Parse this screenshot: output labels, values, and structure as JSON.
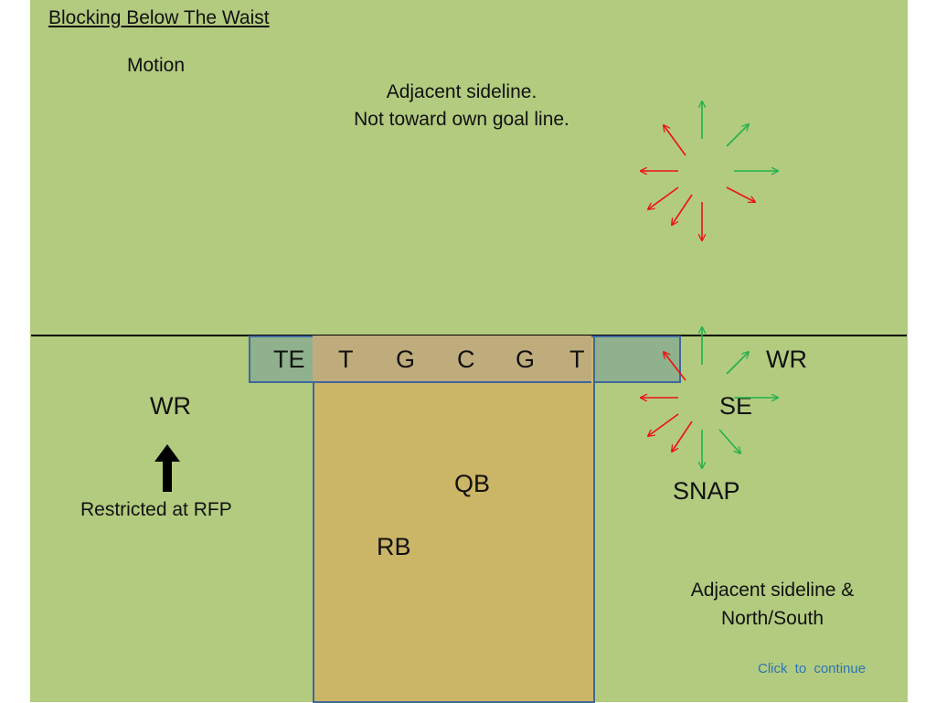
{
  "slide": {
    "title": "Blocking Below The Waist",
    "motion_label": "Motion",
    "adjacent_top_line1": "Adjacent sideline.",
    "adjacent_top_line2": "Not toward own goal line.",
    "adjacent_bottom_line1": "Adjacent sideline &",
    "adjacent_bottom_line2": "North/South",
    "restricted_label": "Restricted at RFP",
    "snap_label": "SNAP",
    "continue_link": "Click  to  continue"
  },
  "players": {
    "tight_end": "TE",
    "left_tackle": "T",
    "left_guard": "G",
    "center": "C",
    "right_guard": "G",
    "right_tackle": "T",
    "wr_right": "WR",
    "wr_left": "WR",
    "split_end": "SE",
    "quarterback": "QB",
    "running_back": "RB"
  },
  "colors": {
    "field": "#b2cb7f",
    "backfield": "#cbb566",
    "line_box": "#8fb18d",
    "box_border": "#41679b",
    "legal_arrow": "#22b14c",
    "illegal_arrow": "#ee1111",
    "link": "#2e74b5"
  },
  "icons": {
    "legal_direction": "green-arrow-icon",
    "illegal_direction": "red-arrow-icon",
    "restricted": "up-arrow-icon"
  }
}
